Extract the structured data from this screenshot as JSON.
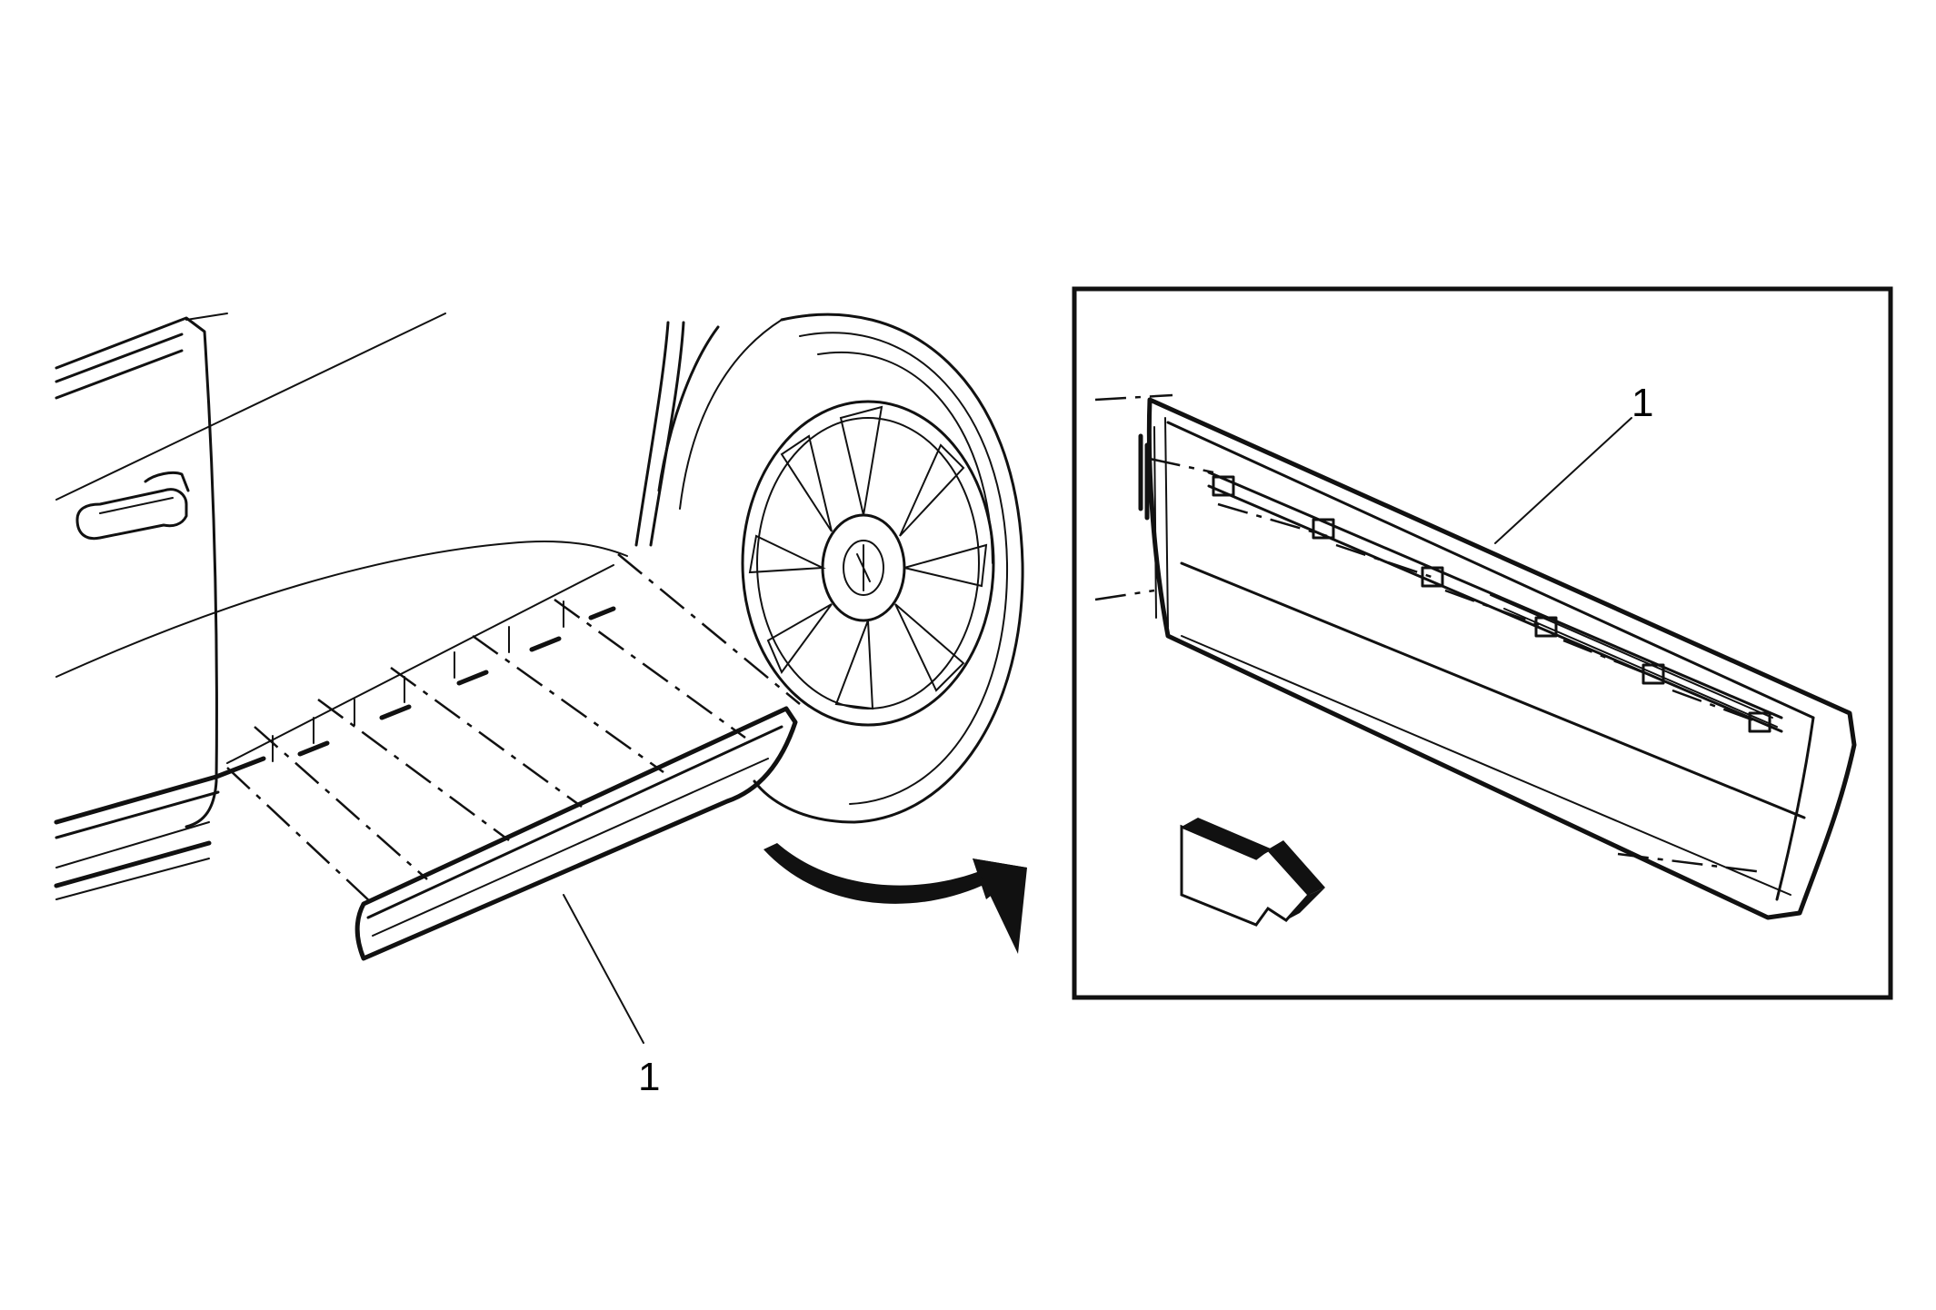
{
  "figure": {
    "callouts": [
      {
        "id": "main-view",
        "label": "1"
      },
      {
        "id": "detail-view",
        "label": "1"
      }
    ]
  }
}
